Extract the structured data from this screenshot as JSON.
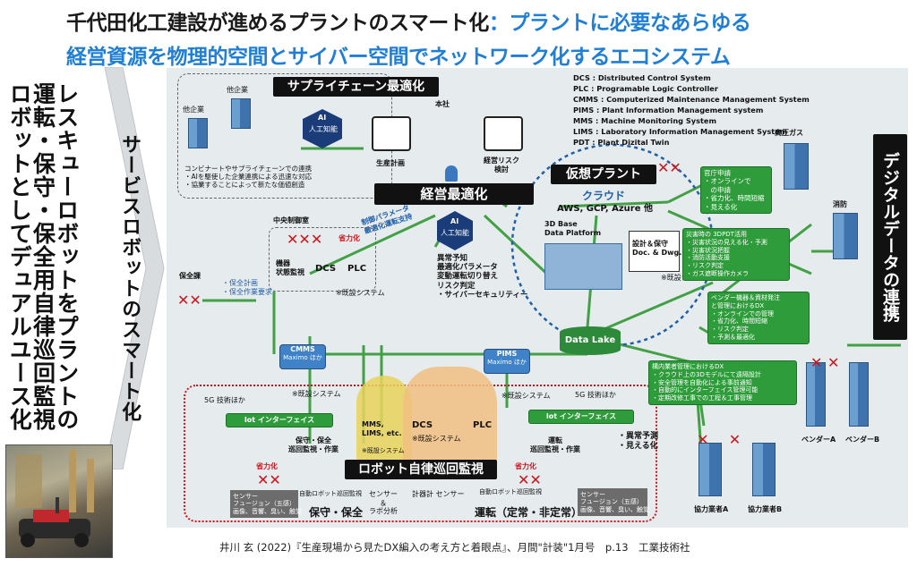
{
  "title": {
    "part1": "千代田化工建設が進めるプラントのスマート化",
    "part2": "：プラントに必要なあらゆる",
    "line2": "経営資源を物理的空間とサイバー空間でネットワーク化するエコシステム"
  },
  "left_caption": "レスキューロボットをプラントの運転・保守・保全用自律巡回監視ロボットとしてデュアルユース化",
  "service_caption": "サービスロボットのスマート化",
  "right_caption": "デジタルデータの連携",
  "legend": [
    "DCS : Distributed Control System",
    "PLC : Programable Logic Controller",
    "CMMS : Computerized Maintenance Management System",
    "PIMS : Plant Information Management system",
    "MMS :   Machine Monitoring System",
    "LIMS : Laboratory Information Management System",
    "PDT : Plant Dizital Twin"
  ],
  "supply_chain": {
    "title": "サプライチェーン最適化",
    "other_company1": "他企業",
    "other_company2": "他企業",
    "ai": "AI",
    "ai_label": "人工知能",
    "head_office": "本社",
    "prod_plan": "生産計画",
    "risk": "経営リスク\n検討",
    "notes": "コンビナートやサプライチェーンでの連携\n・AIを駆使した企業連携による迅速な対応\n・協業することによって新たな価値創造"
  },
  "management": {
    "title": "経営最適化",
    "ai": "AI",
    "ai_label": "人工知能",
    "points": "異常予知\n最適化パラメータ\n変動運転切り替え\nリスク判定\n・サイバーセキュリティー",
    "arrow_note": "制御パラメータ\n最適化運転支持"
  },
  "control_room": {
    "title": "中央制御室",
    "equipment": "機器\n状態監視",
    "dcs": "DCS",
    "plc": "PLC",
    "labor_saving": "省力化",
    "existing": "※既設システム"
  },
  "maintenance": {
    "title": "保全課",
    "notes": "・保全計画\n・保全作業要求"
  },
  "virtual_plant": {
    "title": "仮想プラント",
    "cloud": "クラウド",
    "providers": "AWS, GCP, Azure 他",
    "platform": "3D Base\nData Platform",
    "design": "設計＆保守\nDoc. & Dwg.",
    "existing": "※既設システム",
    "data_lake": "Data Lake"
  },
  "systems": {
    "cmms": "CMMS",
    "cmms_sub": "Maximo ほか",
    "pims": "PIMS",
    "pims_sub": "Maximo ほか",
    "existing1": "※既設システム",
    "existing2": "※既設システム",
    "mms": "MMS,\nLIMS, etc.",
    "mms_existing": "※既設システム",
    "dcs": "DCS",
    "plc": "PLC",
    "dcs_existing": "※既設システム"
  },
  "field": {
    "g5_left": "5G 技術ほか",
    "g5_right": "5G 技術ほか",
    "iot_left": "Iot インターフェイス",
    "iot_right": "Iot インターフェイス",
    "maint_patrol": "保守・保全\n巡回監視・作業",
    "op_patrol": "運転\n巡回監視・作業",
    "robot_title": "ロボット自律巡回監視",
    "labor1": "省力化",
    "labor2": "省力化",
    "sensor_left": "センサー\nフュージョン（五感）\n画像、音響、臭い、触覚",
    "auto_robot1": "自動ロボット巡回監視",
    "sensor_mid": "センサー\n＆\nラボ分析",
    "sensor_gauge": "計器計 センサー",
    "auto_robot2": "自動ロボット巡回監視",
    "sensor_right": "センサー\nフュージョン（五感）\n画像、音響、臭い、触覚",
    "maint_label": "保守・保全",
    "op_label": "運転（定常・非定常）",
    "anomaly": "・異常予測\n・見える化"
  },
  "right_boxes": {
    "gov": "官庁申請\n・オンラインで\n　の申請\n・省力化、時間短縮\n・見える化",
    "disaster": "災害時の 3DPDT活用\n・災害状況の見える化・予測\n・災害状況把握\n・消防活動支援\n・リスク判定\n・ガス遮断操作カメラ",
    "vendor": "ベンダー機器＆資材発注\nと管理におけるDX\n・オンラインでの管理\n・省力化、時間短縮\n・リスク判定\n・予測＆最適化",
    "partner": "構内業者管理におけるDX\n・クラウド上の3Dモデルにて遠隔設計\n・安全管理を自動化による事前通知\n・自動的にインターフェイス管理可能\n・定期改修工事での工程＆工事管理",
    "high_gas": "高圧ガス",
    "fire": "消防",
    "vendor_a": "ベンダーA",
    "vendor_b": "ベンダーB",
    "partner_a": "協力業者A",
    "partner_b": "協力業者B"
  },
  "citation": "井川 玄 (2022)『生産現場から見たDX編入の考え方と着眼点』、月間\"計装\"1月号　p.13　工業技術社",
  "colors": {
    "accent_blue": "#1f7fd6",
    "green": "#2e9c3a",
    "red": "#d0141b",
    "black": "#111111"
  }
}
